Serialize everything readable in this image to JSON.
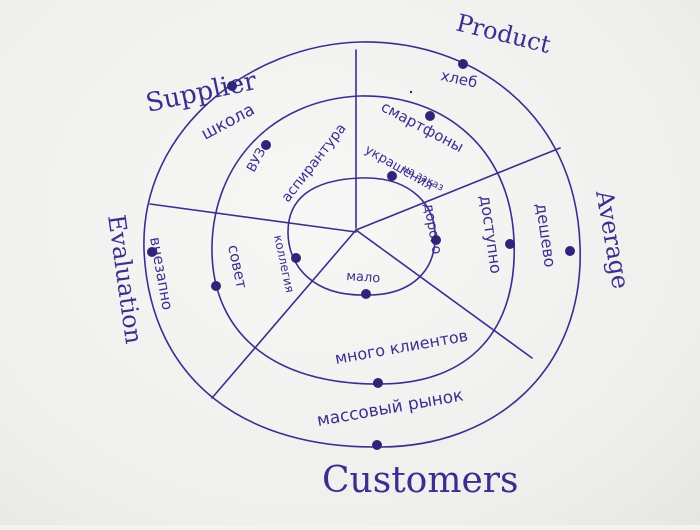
{
  "axes": {
    "supplier": "Supplier",
    "product": "Product",
    "average": "Average",
    "evaluation": "Evaluation",
    "customers": "Customers"
  },
  "items": {
    "shkola": "школа",
    "khleb": "хлеб",
    "smartfony": "смартфоны",
    "vuz": "ВУЗ",
    "aspirantura": "аспирантура",
    "ukrasheniya": "украшения",
    "na_zakaz": "на заказ",
    "dorogo": "дорого",
    "dostupno": "доступно",
    "deshevo": "дешево",
    "vneshnee": "внезапно",
    "sovet": "совет",
    "kollegiya": "коллегия",
    "malo": "мало",
    "mnogo_klientov": "много клиентов",
    "massovyi_rynok": "массовый рынок"
  },
  "colors": {
    "ink": "#3a2f8f",
    "dot": "#2e2578",
    "paper": "#f3f3f1"
  }
}
